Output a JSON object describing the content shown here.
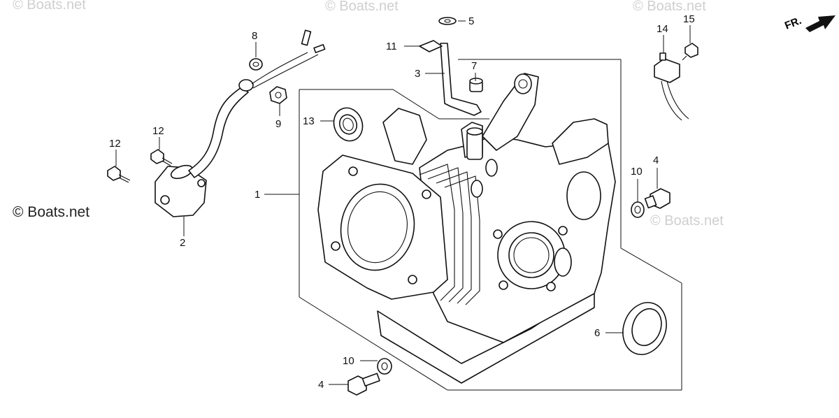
{
  "diagram": {
    "watermark_text": "© Boats.net",
    "front_indicator": "FR.",
    "callouts": [
      {
        "id": "c1",
        "label": "1"
      },
      {
        "id": "c2",
        "label": "2"
      },
      {
        "id": "c3",
        "label": "3"
      },
      {
        "id": "c4a",
        "label": "4"
      },
      {
        "id": "c4b",
        "label": "4"
      },
      {
        "id": "c5",
        "label": "5"
      },
      {
        "id": "c6",
        "label": "6"
      },
      {
        "id": "c7",
        "label": "7"
      },
      {
        "id": "c8",
        "label": "8"
      },
      {
        "id": "c9",
        "label": "9"
      },
      {
        "id": "c10a",
        "label": "10"
      },
      {
        "id": "c10b",
        "label": "10"
      },
      {
        "id": "c11",
        "label": "11"
      },
      {
        "id": "c12a",
        "label": "12"
      },
      {
        "id": "c12b",
        "label": "12"
      },
      {
        "id": "c13",
        "label": "13"
      },
      {
        "id": "c14",
        "label": "14"
      },
      {
        "id": "c15",
        "label": "15"
      }
    ]
  }
}
